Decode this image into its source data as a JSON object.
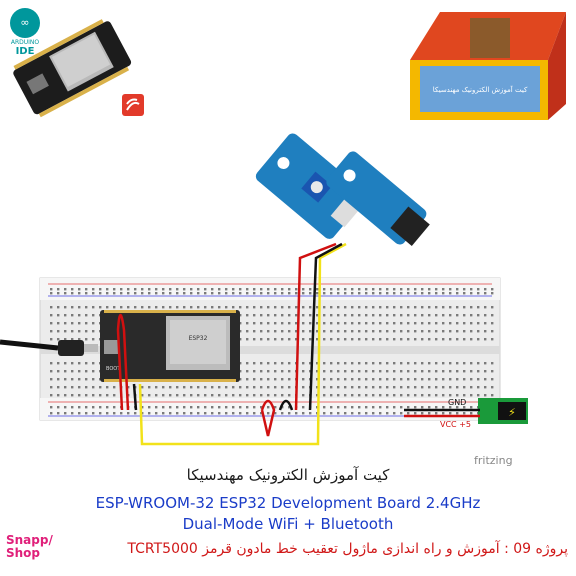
{
  "logo": {
    "arduino_word": "ARDUINO",
    "ide": "IDE"
  },
  "kit_box": {
    "box_text": "کیت آموزش الکترونیک مهندسیکا"
  },
  "labels": {
    "gnd": "GND",
    "vcc": "VCC +5",
    "boot": "BOOT",
    "chip": "ESP32",
    "fritzing": "fritzing"
  },
  "captions": {
    "fa_title": "کیت آموزش الکترونیک مهندسیکا",
    "en_line1": "ESP-WROOM-32 ESP32  Development Board 2.4GHz",
    "en_line2": "Dual-Mode WiFi + Bluetooth",
    "project": "پروژه 09 : آموزش و راه اندازی ماژول تعقیب خط مادون قرمز TCRT5000"
  },
  "brand": {
    "line1": "Snapp/",
    "line2": "Shop"
  },
  "colors": {
    "wire_red": "#d01010",
    "wire_black": "#111111",
    "wire_yellow": "#f2e21a",
    "board_dark": "#2a2a2a",
    "sensor_blue": "#1f7fbf",
    "breadboard": "#f2f2f2",
    "blue_text": "#1a3cc8",
    "red_text": "#d01818",
    "brand": "#e0207a"
  }
}
